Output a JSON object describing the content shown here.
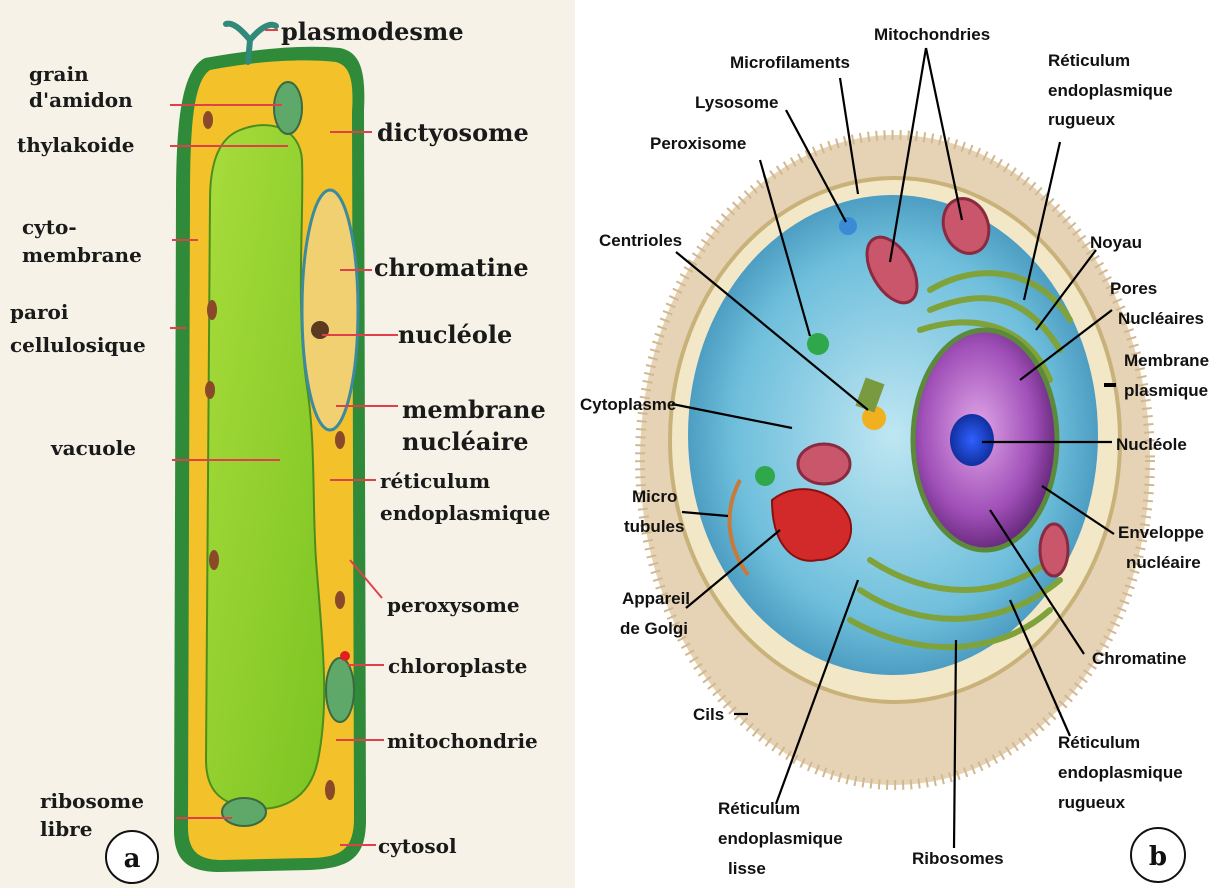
{
  "panel_a": {
    "badge": "a",
    "labels": {
      "plasmodesme": "plasmodesme",
      "grain_amidon_1": "grain",
      "grain_amidon_2": "d'amidon",
      "thylakoide": "thylakoide",
      "dictyosome": "dictyosome",
      "cyto_membrane_1": "cyto-",
      "cyto_membrane_2": "membrane",
      "chromatine": "chromatine",
      "paroi_1": "paroi",
      "paroi_2": "cellulosique",
      "nucleole": "nucléole",
      "membrane_nucleaire_1": "membrane",
      "membrane_nucleaire_2": "nucléaire",
      "vacuole": "vacuole",
      "reticulum_1": "réticulum",
      "reticulum_2": "endoplasmique",
      "peroxysome": "peroxysome",
      "chloroplaste": "chloroplaste",
      "mitochondrie": "mitochondrie",
      "ribosome_1": "ribosome",
      "ribosome_2": "libre",
      "cytosol": "cytosol"
    }
  },
  "panel_b": {
    "badge": "b",
    "labels": {
      "mitochondries": "Mitochondries",
      "microfilaments": "Microfilaments",
      "rer_top_1": "Réticulum",
      "rer_top_2": "endoplasmique",
      "rer_top_3": "rugueux",
      "lysosome": "Lysosome",
      "peroxisome": "Peroxisome",
      "centrioles": "Centrioles",
      "noyau": "Noyau",
      "pores_1": "Pores",
      "pores_2": "Nucléaires",
      "membrane_plasmique_1": "Membrane",
      "membrane_plasmique_2": "plasmique",
      "cytoplasme": "Cytoplasme",
      "nucleole": "Nucléole",
      "micro_1": "Micro",
      "micro_2": "tubules",
      "enveloppe_1": "Enveloppe",
      "enveloppe_2": "nucléaire",
      "golgi_1": "Appareil",
      "golgi_2": "de Golgi",
      "chromatine": "Chromatine",
      "cils": "Cils",
      "rer_bottom_1": "Réticulum",
      "rer_bottom_2": "endoplasmique",
      "rer_bottom_3": "rugueux",
      "rel_1": "Réticulum",
      "rel_2": "endoplasmique",
      "rel_3": "lisse",
      "ribosomes": "Ribosomes"
    }
  }
}
